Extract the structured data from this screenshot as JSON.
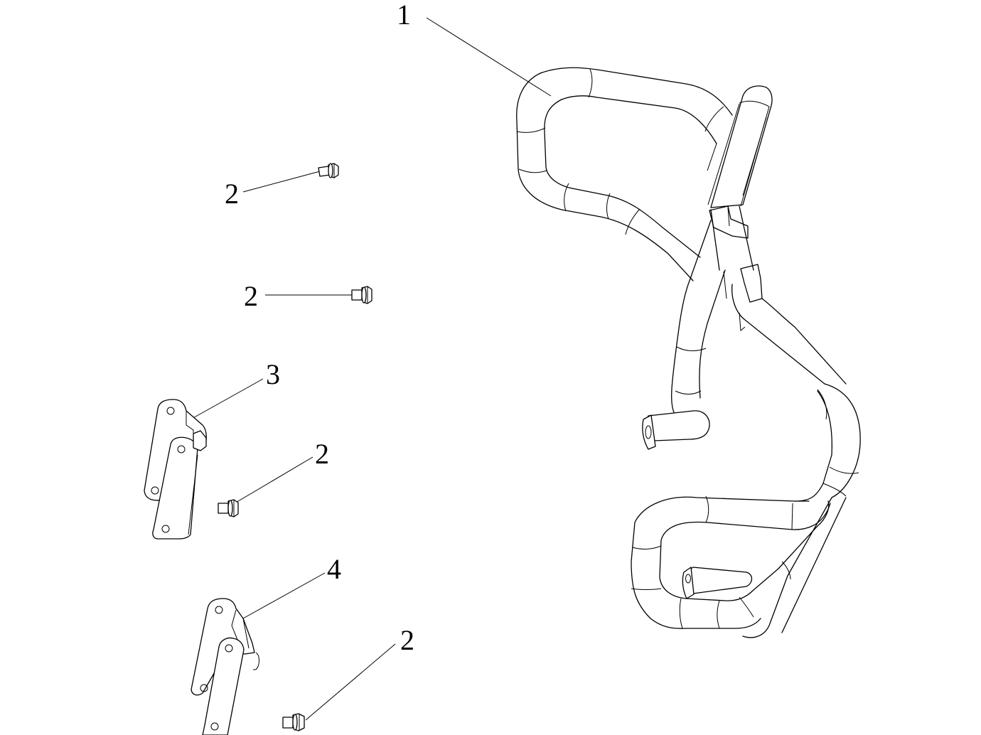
{
  "callouts": {
    "c1": "1",
    "c2a": "2",
    "c2b": "2",
    "c3": "3",
    "c2c": "2",
    "c4": "4",
    "c2d": "2"
  }
}
